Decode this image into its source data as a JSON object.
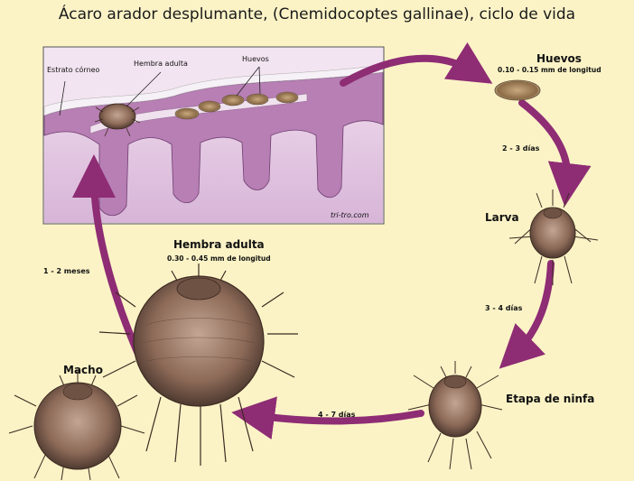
{
  "title": "Ácaro arador desplumante, (Cnemidocoptes gallinae), ciclo de vida",
  "inset": {
    "labels": {
      "stratum": "Estrato córneo",
      "female": "Hembra adulta",
      "eggs": "Huevos",
      "credit": "tri-tro.com"
    }
  },
  "stages": {
    "eggs": {
      "name": "Huevos",
      "size": "0.10 - 0.15 mm de longitud"
    },
    "larva": {
      "name": "Larva"
    },
    "nymph": {
      "name": "Etapa de ninfa"
    },
    "adult_female": {
      "name": "Hembra adulta",
      "size": "0.30 - 0.45 mm de longitud"
    },
    "male": {
      "name": "Macho"
    }
  },
  "durations": {
    "eggs_to_larva": "2 - 3 días",
    "larva_to_nymph": "3 - 4 días",
    "nymph_to_adult": "4 - 7 días",
    "adult_to_skin": "1 - 2 meses"
  },
  "colors": {
    "background": "#fbf3c6",
    "arrow": "#8e2c74",
    "tissue": "#d9b6dc",
    "mite_body": "#8d6a58"
  }
}
